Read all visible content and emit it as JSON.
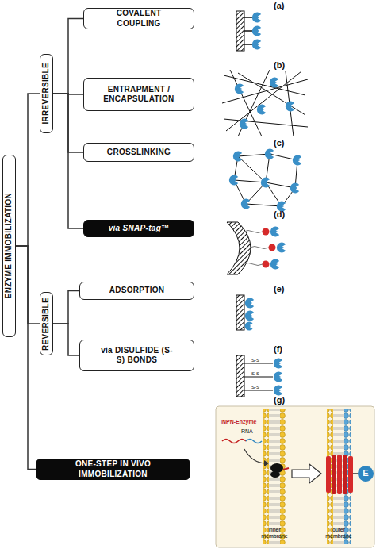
{
  "diagram": {
    "nodes": [
      {
        "text": [
          "ENZYME IMMOBILIZATION"
        ]
      },
      {
        "text": [
          "IRREVERSIBLE"
        ]
      },
      {
        "text": [
          "COVALENT COUPLING"
        ]
      },
      {
        "text": [
          "ENTRAPMENT / ENCAPSULATION"
        ]
      },
      {
        "text": [
          "CROSSLINKING"
        ]
      },
      {
        "text": [
          "via SNAP-tag™"
        ]
      },
      {
        "text": [
          "REVERSIBLE"
        ]
      },
      {
        "text": [
          "ADSORPTION"
        ]
      },
      {
        "text": [
          "via DISULFIDE (S-S) BONDS"
        ]
      },
      {
        "text": [
          "ONE-STEP IN VIVO IMMOBILIZATION"
        ]
      },
      {
        "text": [
          "E"
        ]
      }
    ],
    "edges": [
      {
        "from": 0,
        "to": 1,
        "arrow": "none"
      },
      {
        "from": 1,
        "to": 2,
        "arrow": "none"
      },
      {
        "from": 1,
        "to": 3,
        "arrow": "none"
      },
      {
        "from": 1,
        "to": 4,
        "arrow": "none"
      },
      {
        "from": 1,
        "to": 5,
        "arrow": "none"
      },
      {
        "from": 0,
        "to": 6,
        "arrow": "none"
      },
      {
        "from": 6,
        "to": 7,
        "arrow": "none"
      },
      {
        "from": 6,
        "to": 8,
        "arrow": "none"
      },
      {
        "from": 0,
        "to": 9,
        "arrow": "none"
      }
    ],
    "labels": [
      "(a)",
      "(b)",
      "(c)",
      "(d)",
      "(e)",
      "(f)",
      "S-S",
      "S-S",
      "S-S",
      "(g)",
      "INPN-Enzyme",
      "RNA",
      "inner membrane",
      "outer membrane"
    ]
  }
}
